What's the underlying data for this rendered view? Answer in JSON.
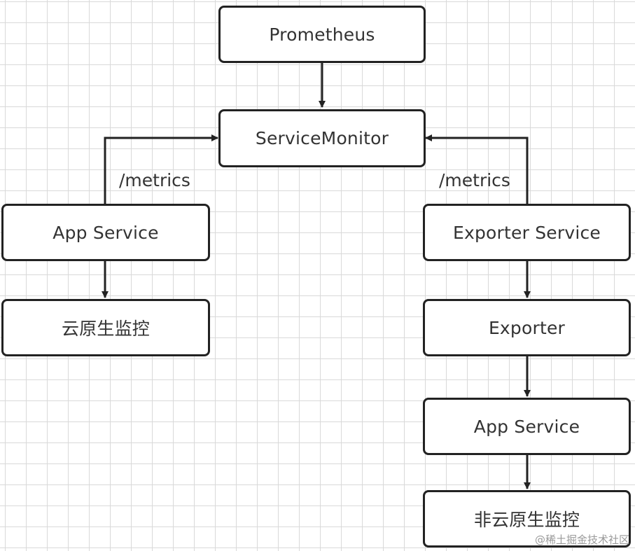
{
  "nodes": {
    "prometheus": "Prometheus",
    "service_monitor": "ServiceMonitor",
    "app_service_left": "App Service",
    "cloud_native_monitoring": "云原生监控",
    "exporter_service": "Exporter Service",
    "exporter": "Exporter",
    "app_service_right": "App Service",
    "non_cloud_native_monitoring": "非云原生监控"
  },
  "edge_labels": {
    "left_metrics": "/metrics",
    "right_metrics": "/metrics"
  },
  "watermark": "@稀土掘金技术社区"
}
